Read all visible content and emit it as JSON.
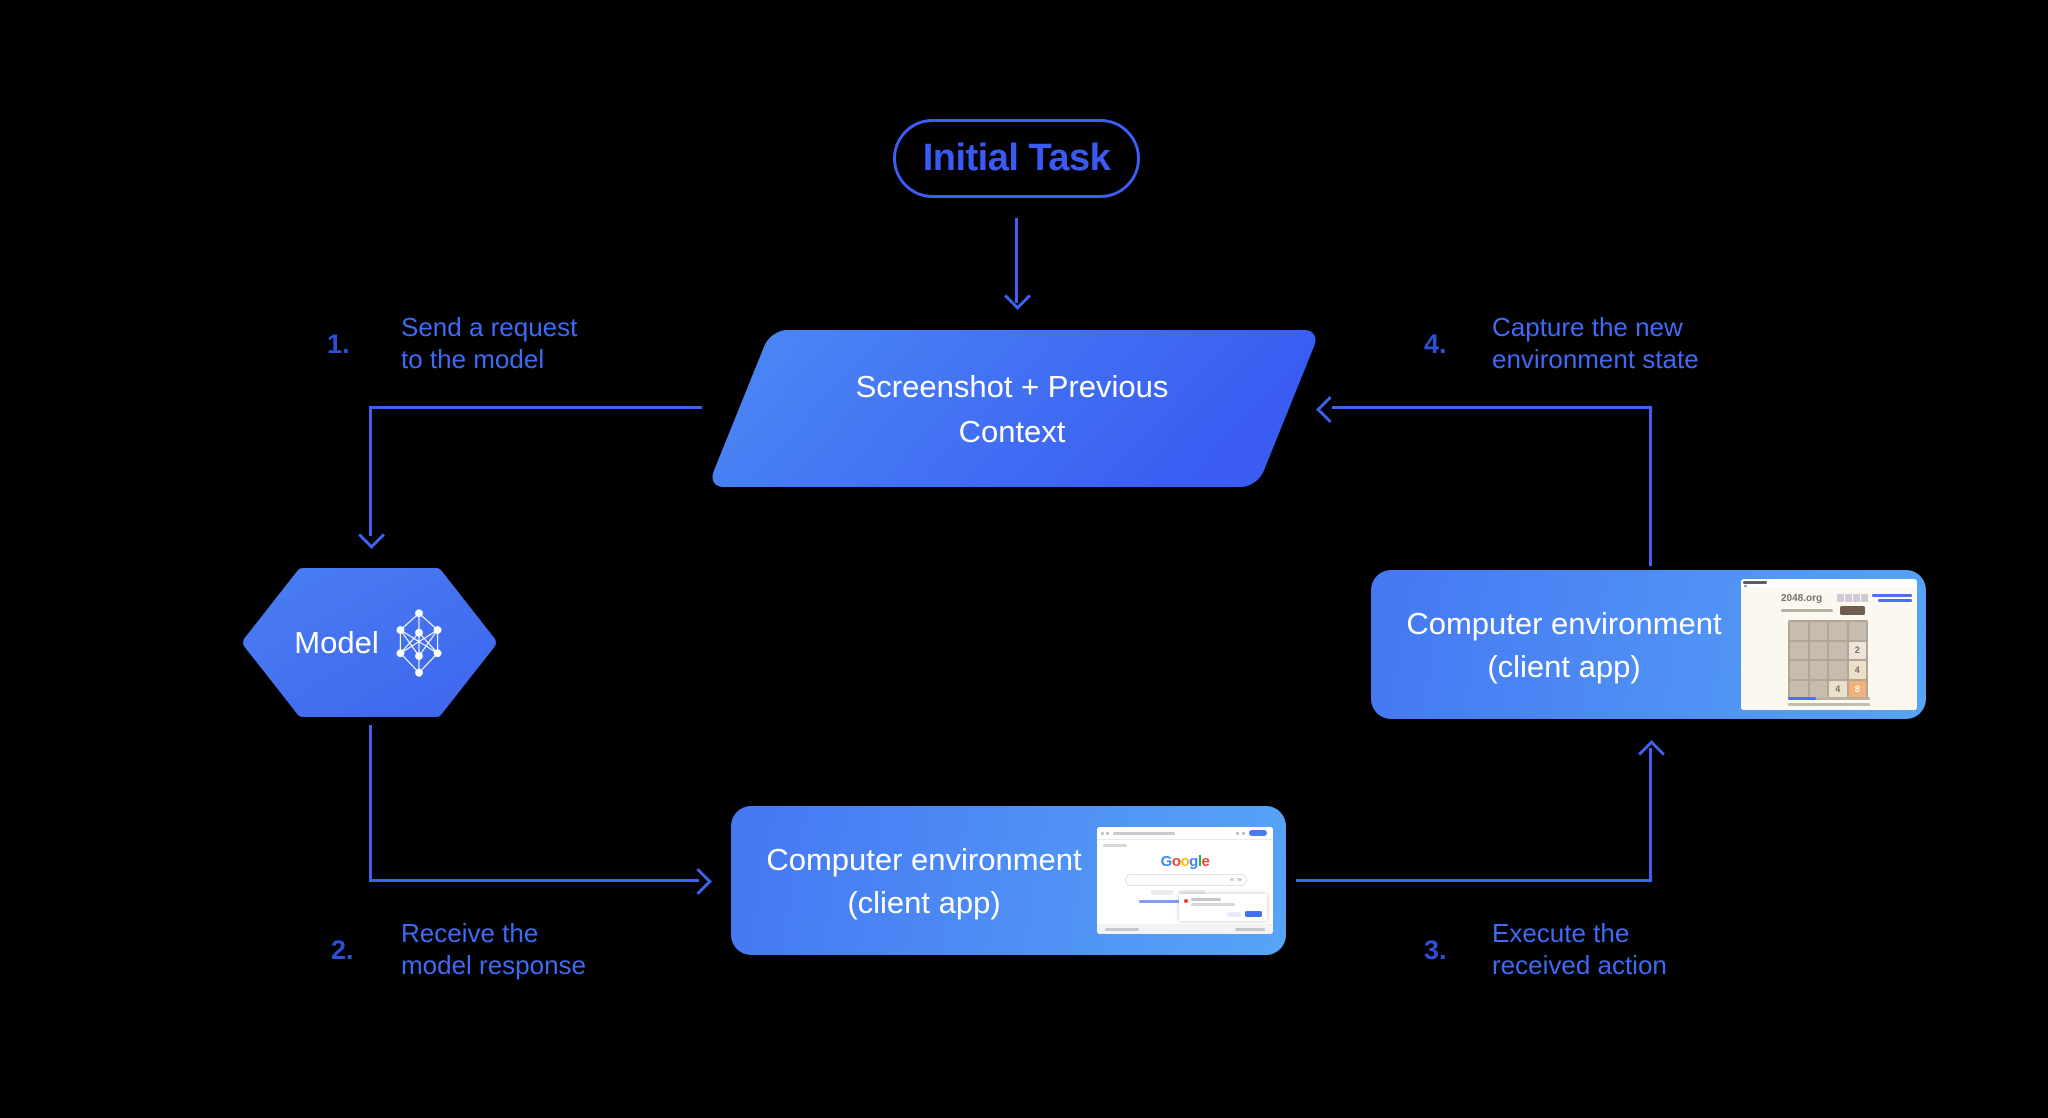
{
  "diagram": {
    "initial_task": {
      "label": "Initial Task"
    },
    "screenshot_node": {
      "line1": "Screenshot + Previous",
      "line2": "Context"
    },
    "model_node": {
      "label": "Model"
    },
    "env_bottom": {
      "line1": "Computer environment",
      "line2": "(client app)"
    },
    "env_right": {
      "line1": "Computer environment",
      "line2": "(client app)"
    },
    "steps": [
      {
        "num": "1.",
        "text1": "Send a request",
        "text2": "to the model"
      },
      {
        "num": "2.",
        "text1": "Receive the",
        "text2": "model response"
      },
      {
        "num": "3.",
        "text1": "Execute the",
        "text2": "received action"
      },
      {
        "num": "4.",
        "text1": "Capture the new",
        "text2": "environment state"
      }
    ]
  },
  "thumbnails": {
    "google": {
      "logo_letters": [
        {
          "ch": "G",
          "color": "#4285F4"
        },
        {
          "ch": "o",
          "color": "#EA4335"
        },
        {
          "ch": "o",
          "color": "#FBBC05"
        },
        {
          "ch": "g",
          "color": "#4285F4"
        },
        {
          "ch": "l",
          "color": "#34A853"
        },
        {
          "ch": "e",
          "color": "#EA4335"
        }
      ]
    },
    "game2048": {
      "site": "2048.org",
      "tiles": [
        {
          "value": "2"
        },
        {
          "value": "4"
        },
        {
          "value": "4"
        },
        {
          "value": "8"
        }
      ]
    }
  },
  "colors": {
    "background": "#000000",
    "line_accent": "#3E63F2",
    "label_text": "#3E6AF4",
    "step_number": "#2B50D4",
    "pill_blue": "#3B5AF5",
    "shape_gradient_start": "#4A86F4",
    "shape_gradient_end": "#3A5CF2",
    "box_gradient_start": "#4577F2",
    "box_gradient_end": "#57A4F7",
    "node_text": "#FFFFFF",
    "tile_orange": "#F2B179"
  }
}
